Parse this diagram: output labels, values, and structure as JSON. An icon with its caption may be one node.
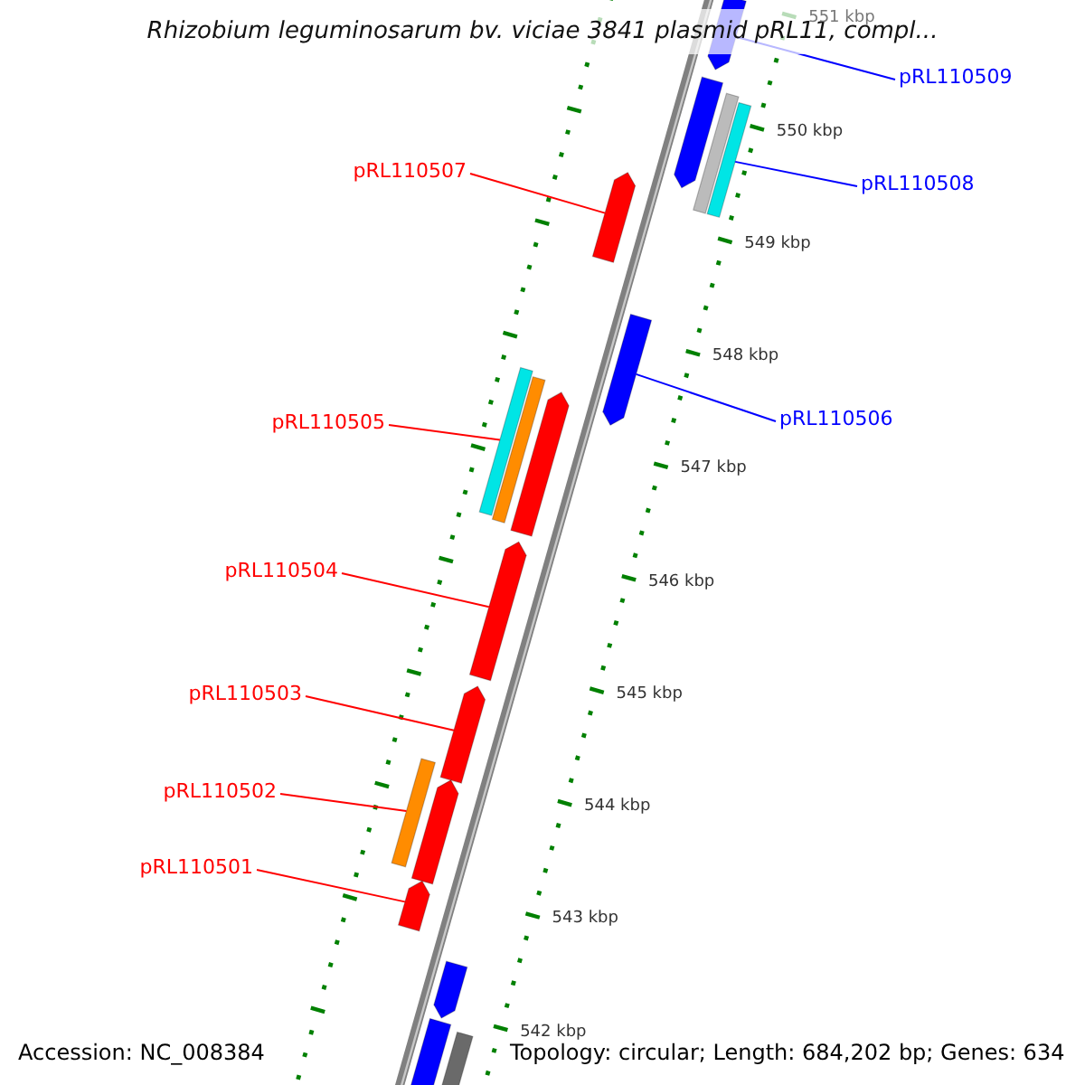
{
  "diagram": {
    "title": "Rhizobium leguminosarum bv. viciae 3841 plasmid pRL11, compl...",
    "nodes": [
      {
        "text": [
          "pRL110509"
        ]
      },
      {
        "text": [
          "pRL110507"
        ]
      },
      {
        "text": [
          "pRL110508"
        ]
      },
      {
        "text": [
          "pRL110506"
        ]
      },
      {
        "text": [
          "pRL110505"
        ]
      },
      {
        "text": [
          "pRL110504"
        ]
      },
      {
        "text": [
          "pRL110503"
        ]
      },
      {
        "text": [
          "pRL110502"
        ]
      },
      {
        "text": [
          "pRL110501"
        ]
      },
      {
        "text": [],
        "shape": "bar"
      },
      {
        "text": [],
        "shape": "bar"
      },
      {
        "text": [],
        "shape": "bar"
      },
      {
        "text": [],
        "shape": "bar"
      },
      {
        "text": [],
        "shape": "bar"
      },
      {
        "text": [],
        "shape": "bar"
      },
      {
        "text": [],
        "shape": "bar"
      },
      {
        "text": [],
        "shape": "bar"
      },
      {
        "text": [],
        "shape": "bar"
      },
      {
        "text": [],
        "shape": "bar"
      },
      {
        "text": [],
        "shape": "bar"
      },
      {
        "text": [],
        "shape": "bar"
      },
      {
        "text": [],
        "shape": "bar"
      },
      {
        "text": [],
        "shape": "bar"
      },
      {
        "text": [],
        "shape": "bar"
      },
      {
        "text": [],
        "shape": "bar"
      },
      {
        "text": [],
        "shape": "bar"
      }
    ],
    "edges": [
      {
        "from": 0,
        "to": 9,
        "arrow": "none",
        "color": "#0000ff"
      },
      {
        "from": 1,
        "to": 13,
        "arrow": "none"
      },
      {
        "from": 2,
        "to": 12,
        "arrow": "none",
        "color": "#0000ff"
      },
      {
        "from": 3,
        "to": 14,
        "arrow": "none",
        "color": "#0000ff"
      },
      {
        "from": 4,
        "to": 15,
        "arrow": "none"
      },
      {
        "from": 5,
        "to": 18,
        "arrow": "none"
      },
      {
        "from": 6,
        "to": 19,
        "arrow": "none"
      },
      {
        "from": 7,
        "to": 20,
        "arrow": "none"
      },
      {
        "from": 8,
        "to": 22,
        "arrow": "none"
      }
    ],
    "labels": [
      "551 kbp",
      "550 kbp",
      "549 kbp",
      "548 kbp",
      "547 kbp",
      "546 kbp",
      "545 kbp",
      "544 kbp",
      "543 kbp",
      "542 kbp",
      "Accession: NC_008384",
      "Topology: circular; Length: 684,202 bp; Genes: 634"
    ]
  }
}
